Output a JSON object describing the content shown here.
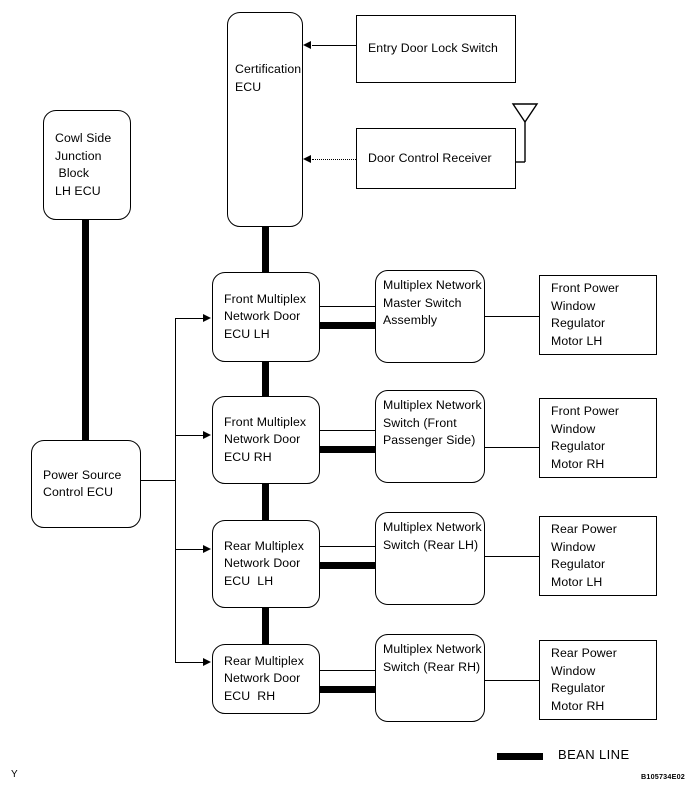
{
  "figure": {
    "code": "B105734E02",
    "corner_mark": "Y"
  },
  "legend": {
    "label": "BEAN LINE",
    "swatch_color": "#000000"
  },
  "nodes": {
    "cowl_side": {
      "lines": [
        "Cowl Side",
        "Junction",
        " Block",
        "LH ECU"
      ]
    },
    "certification_ecu": {
      "lines": [
        "Certification",
        "ECU"
      ]
    },
    "entry_door_lock_switch": {
      "lines": [
        "Entry Door Lock Switch"
      ]
    },
    "door_control_receiver": {
      "lines": [
        "Door Control Receiver"
      ]
    },
    "power_source_control_ecu": {
      "lines": [
        "Power Source",
        "Control ECU"
      ]
    },
    "front_door_ecu_lh": {
      "lines": [
        "Front Multiplex",
        "Network Door",
        "ECU LH"
      ]
    },
    "front_door_ecu_rh": {
      "lines": [
        "Front Multiplex",
        "Network Door",
        "ECU RH"
      ]
    },
    "rear_door_ecu_lh": {
      "lines": [
        "Rear Multiplex",
        "Network Door",
        "ECU  LH"
      ]
    },
    "rear_door_ecu_rh": {
      "lines": [
        "Rear Multiplex",
        "Network Door",
        "ECU  RH"
      ]
    },
    "master_switch_assembly": {
      "lines": [
        "Multiplex Network",
        "Master Switch",
        "Assembly"
      ]
    },
    "switch_front_passenger": {
      "lines": [
        "Multiplex Network",
        "Switch (Front",
        "Passenger Side)"
      ]
    },
    "switch_rear_lh": {
      "lines": [
        "Multiplex Network",
        "Switch (Rear LH)"
      ]
    },
    "switch_rear_rh": {
      "lines": [
        "Multiplex Network",
        "Switch (Rear RH)"
      ]
    },
    "motor_front_lh": {
      "lines": [
        "Front Power",
        "Window",
        "Regulator",
        "Motor LH"
      ]
    },
    "motor_front_rh": {
      "lines": [
        "Front Power",
        "Window",
        "Regulator",
        "Motor RH"
      ]
    },
    "motor_rear_lh": {
      "lines": [
        "Rear Power",
        "Window",
        "Regulator",
        "Motor LH"
      ]
    },
    "motor_rear_rh": {
      "lines": [
        "Rear Power",
        "Window",
        "Regulator",
        "Motor RH"
      ]
    }
  },
  "icons": {
    "antenna": "antenna-icon"
  },
  "colors": {
    "stroke": "#000000",
    "background": "#ffffff"
  }
}
